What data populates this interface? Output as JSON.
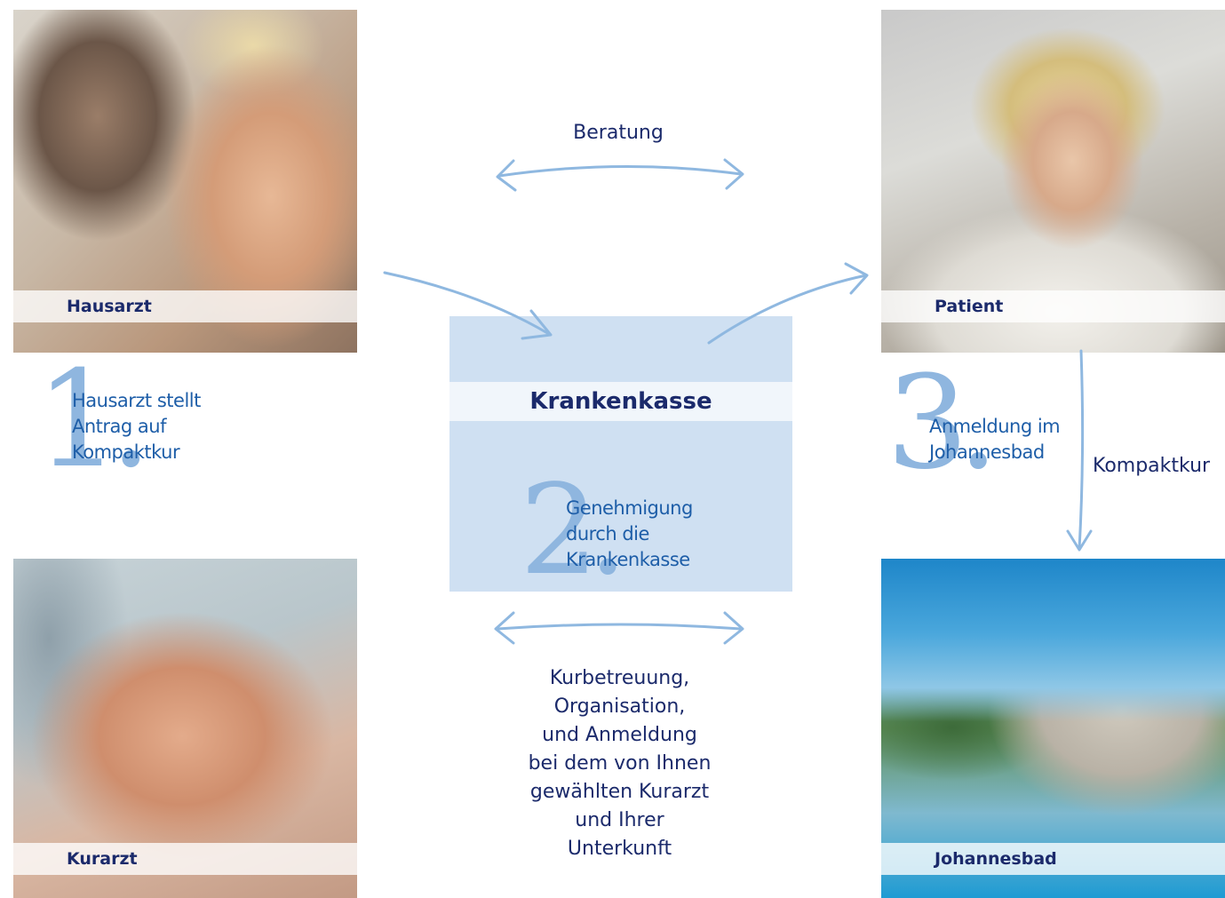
{
  "photos": {
    "hausarzt": "Hausarzt",
    "patient": "Patient",
    "kurarzt": "Kurarzt",
    "johannesbad": "Johannesbad"
  },
  "center_box": {
    "title": "Krankenkasse"
  },
  "steps": [
    {
      "number": "1.",
      "text_lines": [
        "Hausarzt stellt",
        "Antrag auf",
        "Kompaktkur"
      ]
    },
    {
      "number": "2.",
      "text_lines": [
        "Genehmigung",
        "durch die",
        "Krankenkasse"
      ]
    },
    {
      "number": "3.",
      "text_lines": [
        "Anmeldung im",
        "Johannesbad"
      ]
    }
  ],
  "labels": {
    "beratung": "Beratung",
    "kompaktkur": "Kompaktkur",
    "kurbetreuung_lines": [
      "Kurbetreuung,",
      "Organisation,",
      "und Anmeldung",
      "bei dem von Ihnen",
      "gewählten Kurarzt",
      "und Ihrer",
      "Unterkunft"
    ]
  },
  "colors": {
    "text_dark": "#1b2a6b",
    "step_text": "#1e5ea8",
    "numeral": "#8fb6df",
    "arrow": "#8fb8e0",
    "box_fill": "#cfe0f2"
  }
}
